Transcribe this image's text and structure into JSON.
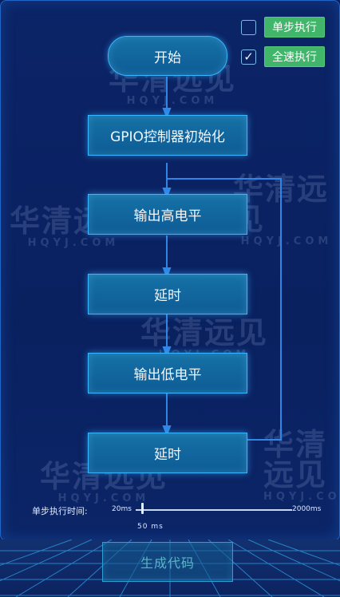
{
  "flowchart": {
    "nodes": [
      {
        "label": "开始"
      },
      {
        "label": "GPIO控制器初始化"
      },
      {
        "label": "输出高电平"
      },
      {
        "label": "延时"
      },
      {
        "label": "输出低电平"
      },
      {
        "label": "延时"
      }
    ]
  },
  "modes": {
    "single_step": {
      "label": "单步执行",
      "checked": false
    },
    "full_speed": {
      "label": "全速执行",
      "checked": true
    }
  },
  "speed_slider": {
    "label": "单步执行时间:",
    "min_label": "20ms",
    "max_label": "2000ms",
    "value_label": "50  ms",
    "value_ms": 50,
    "min_ms": 20,
    "max_ms": 2000
  },
  "generate_button": {
    "label": "生成代码"
  },
  "watermark": {
    "brand": "华清远见",
    "domain": "HQYJ.COM"
  },
  "colors": {
    "background": "#0a1f5c",
    "node_fill": "#1571a6",
    "node_border": "#38b6ff",
    "connector": "#2f86e6",
    "mode_button": "#41b56a"
  }
}
